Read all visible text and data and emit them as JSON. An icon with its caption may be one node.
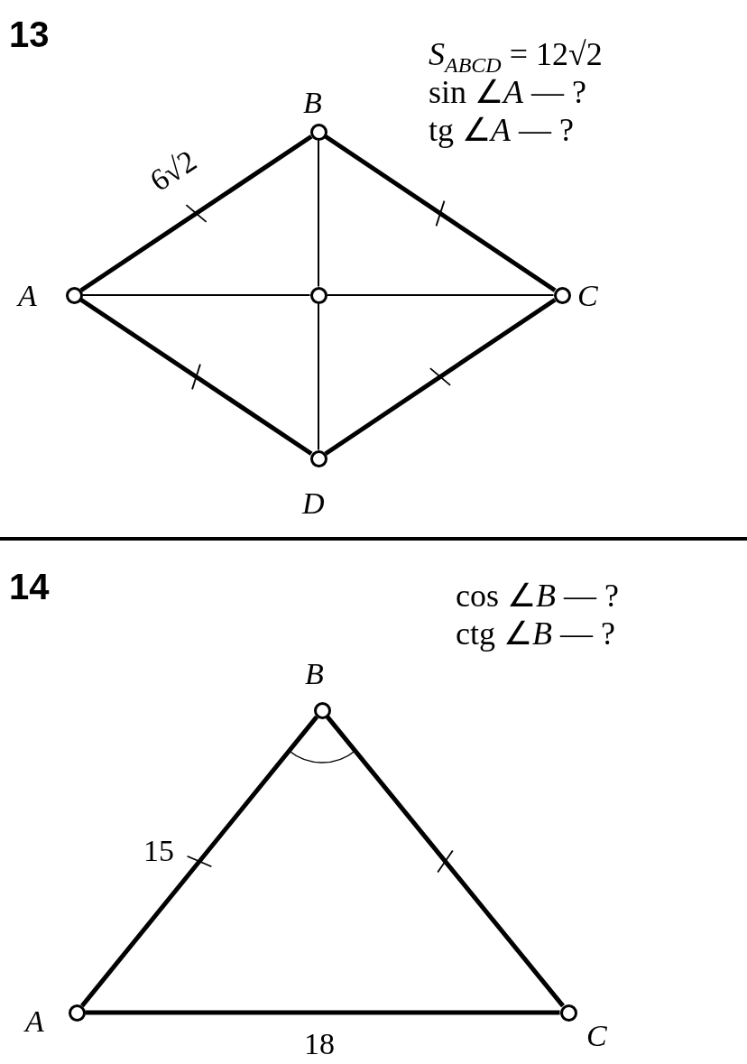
{
  "diagram": {
    "nodes": [
      {
        "text": [],
        "shape": "circle",
        "beside": [
          "A"
        ]
      },
      {
        "text": [],
        "shape": "circle",
        "beside": [
          "B"
        ]
      },
      {
        "text": [],
        "shape": "circle",
        "beside": [
          "C"
        ]
      },
      {
        "text": [],
        "shape": "circle",
        "beside": [
          "D"
        ]
      },
      {
        "text": [],
        "shape": "circle"
      },
      {
        "text": [],
        "shape": "circle",
        "beside": [
          "A"
        ]
      },
      {
        "text": [],
        "shape": "circle",
        "beside": [
          "B"
        ]
      },
      {
        "text": [],
        "shape": "circle",
        "beside": [
          "C"
        ]
      }
    ],
    "edges": [
      {
        "from": 0,
        "to": 1,
        "arrow": "none",
        "label": "6√2"
      },
      {
        "from": 1,
        "to": 2,
        "arrow": "none"
      },
      {
        "from": 2,
        "to": 3,
        "arrow": "none"
      },
      {
        "from": 3,
        "to": 0,
        "arrow": "none"
      },
      {
        "from": 0,
        "to": 4,
        "arrow": "none"
      },
      {
        "from": 4,
        "to": 2,
        "arrow": "none"
      },
      {
        "from": 1,
        "to": 4,
        "arrow": "none"
      },
      {
        "from": 4,
        "to": 3,
        "arrow": "none"
      },
      {
        "from": 5,
        "to": 6,
        "arrow": "none",
        "label": "15"
      },
      {
        "from": 6,
        "to": 7,
        "arrow": "none"
      },
      {
        "from": 5,
        "to": 7,
        "arrow": "none",
        "label": "18"
      }
    ],
    "labels": [
      "13",
      "*S*$_{ABCD}$ = 12√2",
      "sin ∠*A* — ?",
      "tg ∠*A* — ?",
      "14",
      "cos ∠*B* — ?",
      "ctg ∠*B* — ?"
    ]
  }
}
